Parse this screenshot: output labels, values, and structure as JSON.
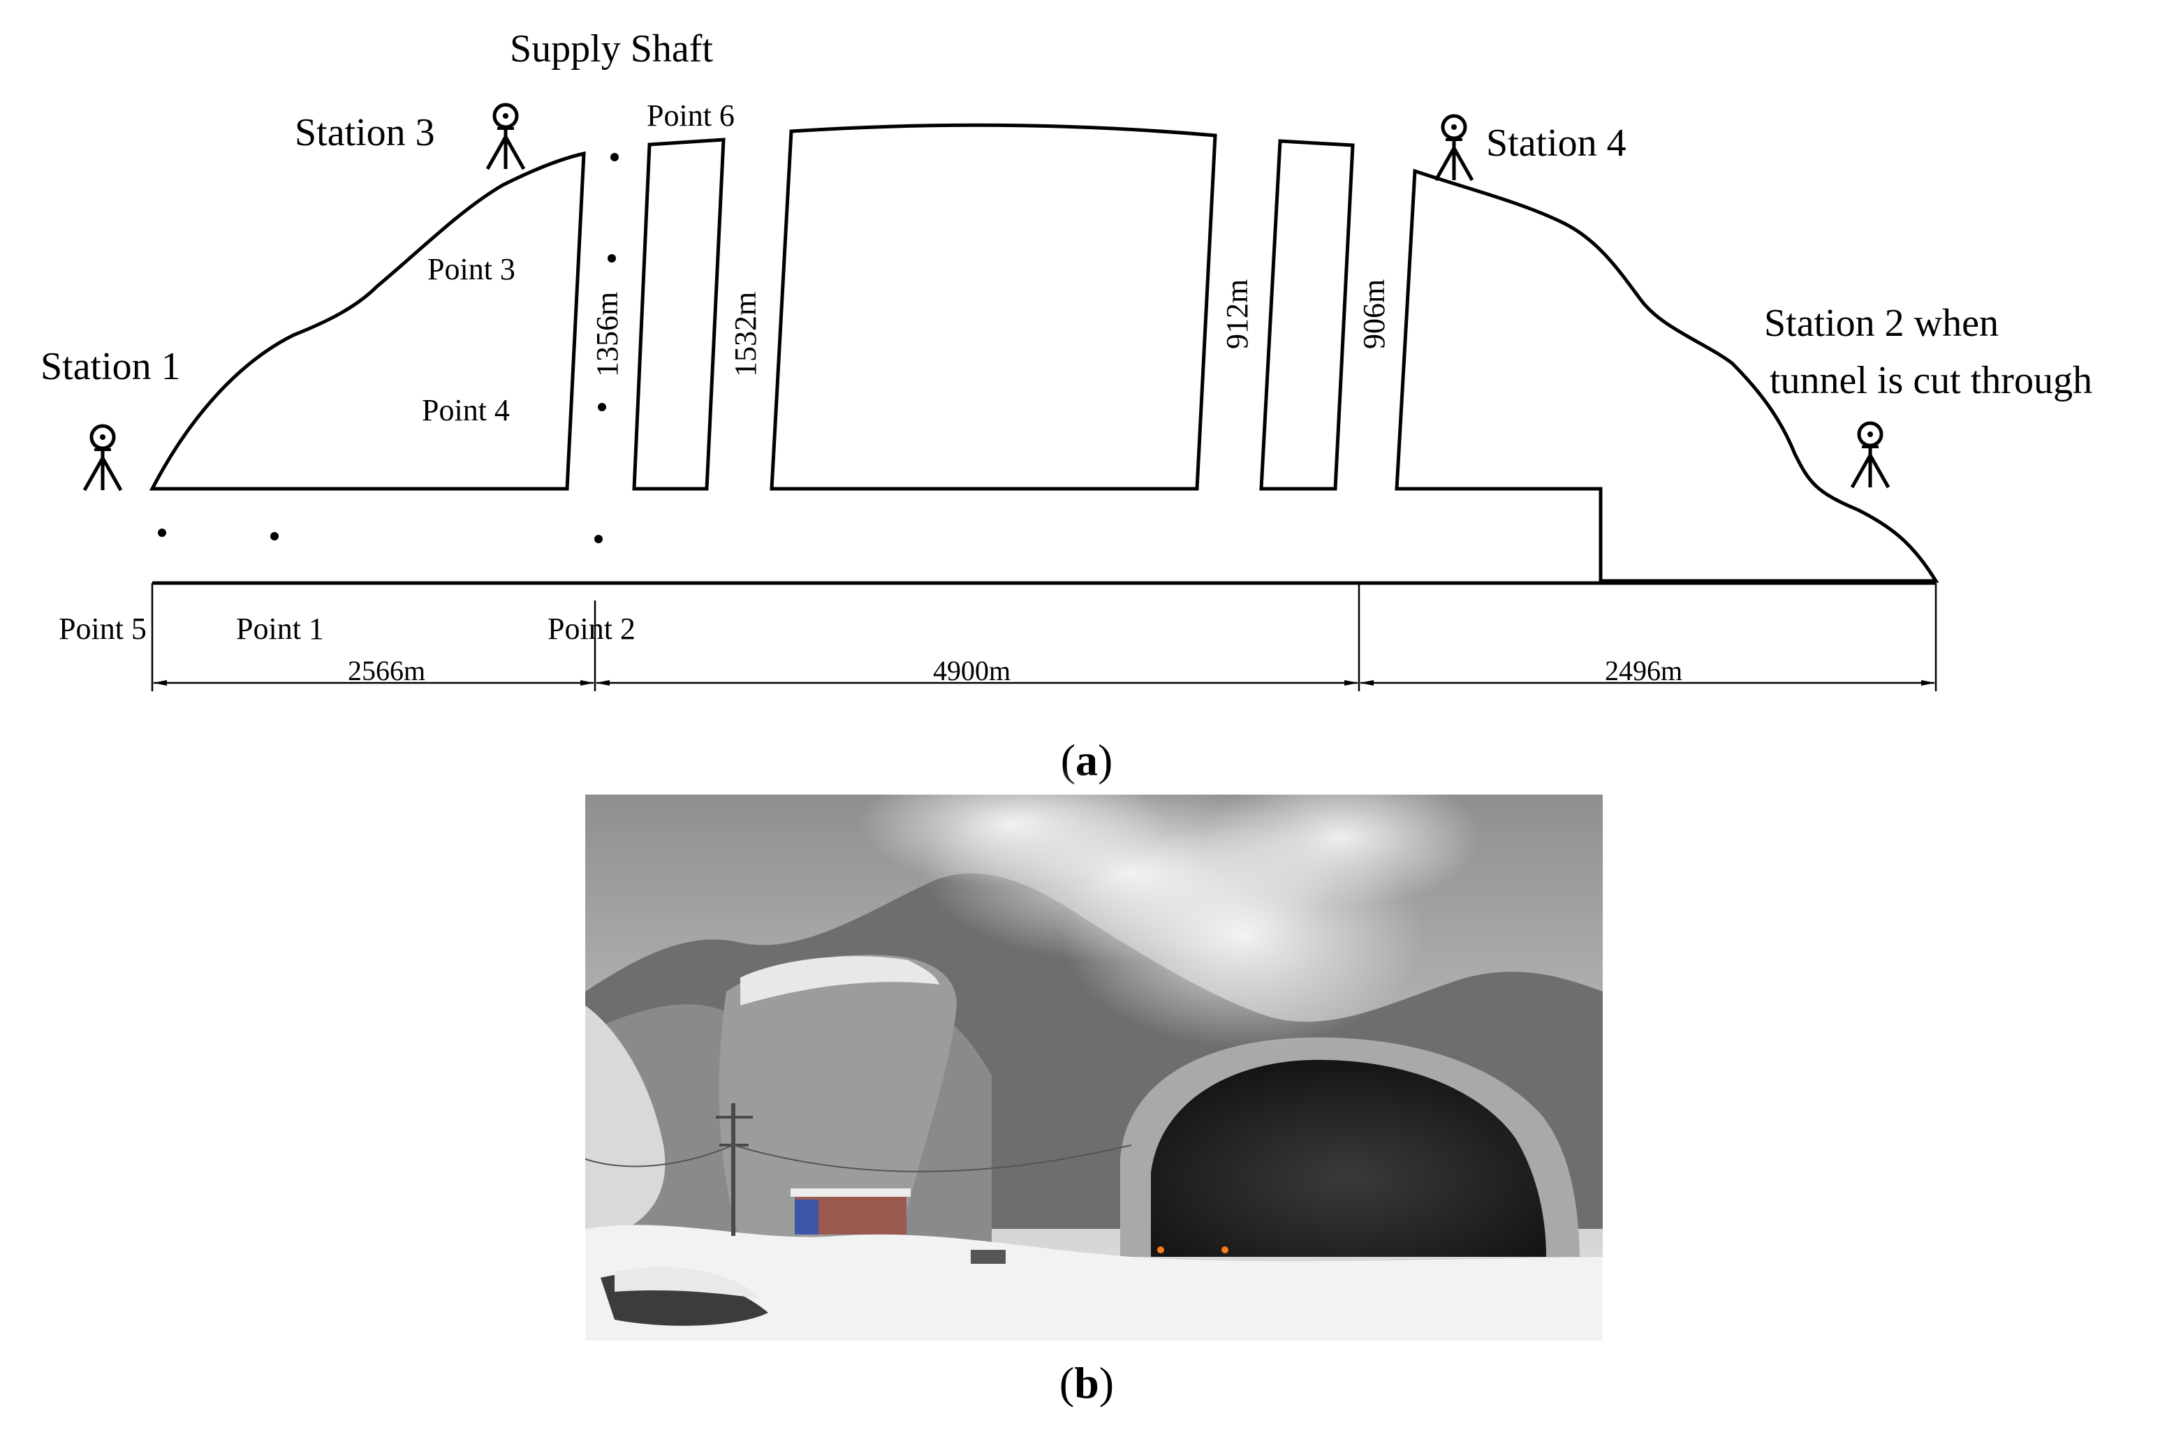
{
  "labels": {
    "supply_shaft": "Supply Shaft",
    "station_1": "Station 1",
    "station_3": "Station 3",
    "station_4": "Station 4",
    "station_2_line1": "Station 2 when",
    "station_2_line2": "tunnel is cut through",
    "point_1": "Point 1",
    "point_2": "Point 2",
    "point_3": "Point 3",
    "point_4": "Point 4",
    "point_5": "Point 5",
    "point_6": "Point 6"
  },
  "lengths": {
    "segment_1": "1356m",
    "segment_2": "1532m",
    "segment_3": "912m",
    "segment_4": "906m"
  },
  "dimensions": {
    "span_1": "2566m",
    "span_2": "4900m",
    "span_3": "2496m"
  },
  "captions": {
    "a_open": "(",
    "a_letter": "a",
    "a_close": ")",
    "b_open": "(",
    "b_letter": "b",
    "b_close": ")"
  }
}
